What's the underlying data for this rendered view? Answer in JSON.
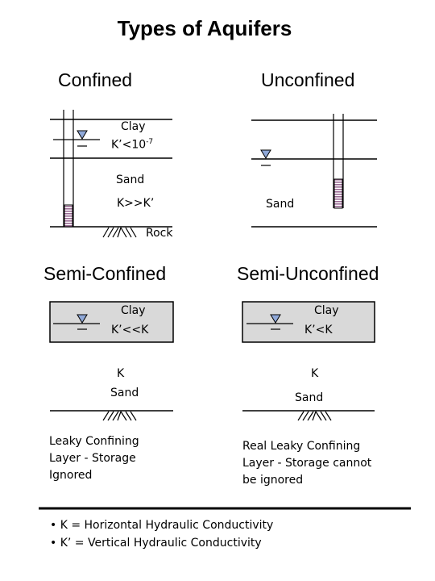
{
  "title": "Types of Aquifers",
  "panels": {
    "confined": {
      "heading": "Confined",
      "clay_label": "Clay",
      "clay_k_base": "K’<10",
      "clay_k_exp": "-7",
      "sand_label": "Sand",
      "sand_k": "K>>K’",
      "rock_label": "Rock"
    },
    "unconfined": {
      "heading": "Unconfined",
      "sand_label": "Sand"
    },
    "semi_confined": {
      "heading": "Semi-Confined",
      "clay_label": "Clay",
      "clay_k": "K’<<K",
      "sand_k": "K",
      "sand_label": "Sand",
      "note": "Leaky Confining Layer - Storage Ignored"
    },
    "semi_unconfined": {
      "heading": "Semi-Unconfined",
      "clay_label": "Clay",
      "clay_k": "K’<K",
      "sand_k": "K",
      "sand_label": "Sand",
      "note": "Real Leaky Confining Layer - Storage cannot be ignored"
    }
  },
  "legend": [
    "• K = Horizontal Hydraulic Conductivity",
    "• K’ = Vertical Hydraulic Conductivity"
  ],
  "colors": {
    "clay_fill": "#d9d9d9",
    "screen_fill": "#9b6b95",
    "water_triangle": "#8fa8d8"
  }
}
